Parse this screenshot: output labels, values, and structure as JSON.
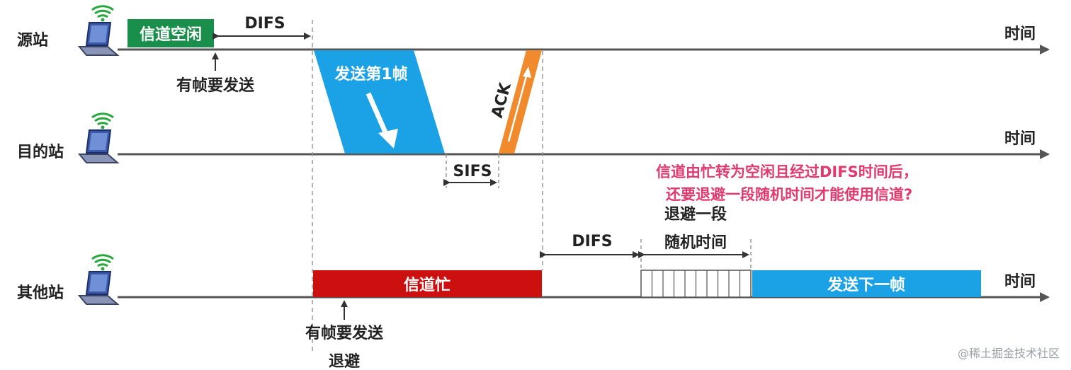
{
  "stations": {
    "source": "源站",
    "dest": "目的站",
    "other": "其他站"
  },
  "time_label": "时间",
  "source_row": {
    "idle_box": "信道空闲",
    "difs": "DIFS",
    "has_frame": "有帧要发送"
  },
  "transfer": {
    "first_frame": "发送第1帧",
    "ack": "ACK",
    "sifs": "SIFS"
  },
  "other_row": {
    "busy": "信道忙",
    "has_frame": "有帧要发送",
    "backoff_cut": "退避",
    "difs": "DIFS",
    "backoff_line1": "退避一段",
    "backoff_line2": "随机时间",
    "send_next": "发送下一帧"
  },
  "question": {
    "line1": "信道由忙转为空闲且经过DIFS时间后，",
    "line2": "还要退避一段随机时间才能使用信道?"
  },
  "watermark": "@稀土掘金技术社区",
  "colors": {
    "idle_green": "#1a8f4c",
    "frame_blue": "#1aa1e6",
    "ack_orange": "#f08a2c",
    "busy_red": "#cc1010",
    "note_pink": "#e03a6e"
  }
}
